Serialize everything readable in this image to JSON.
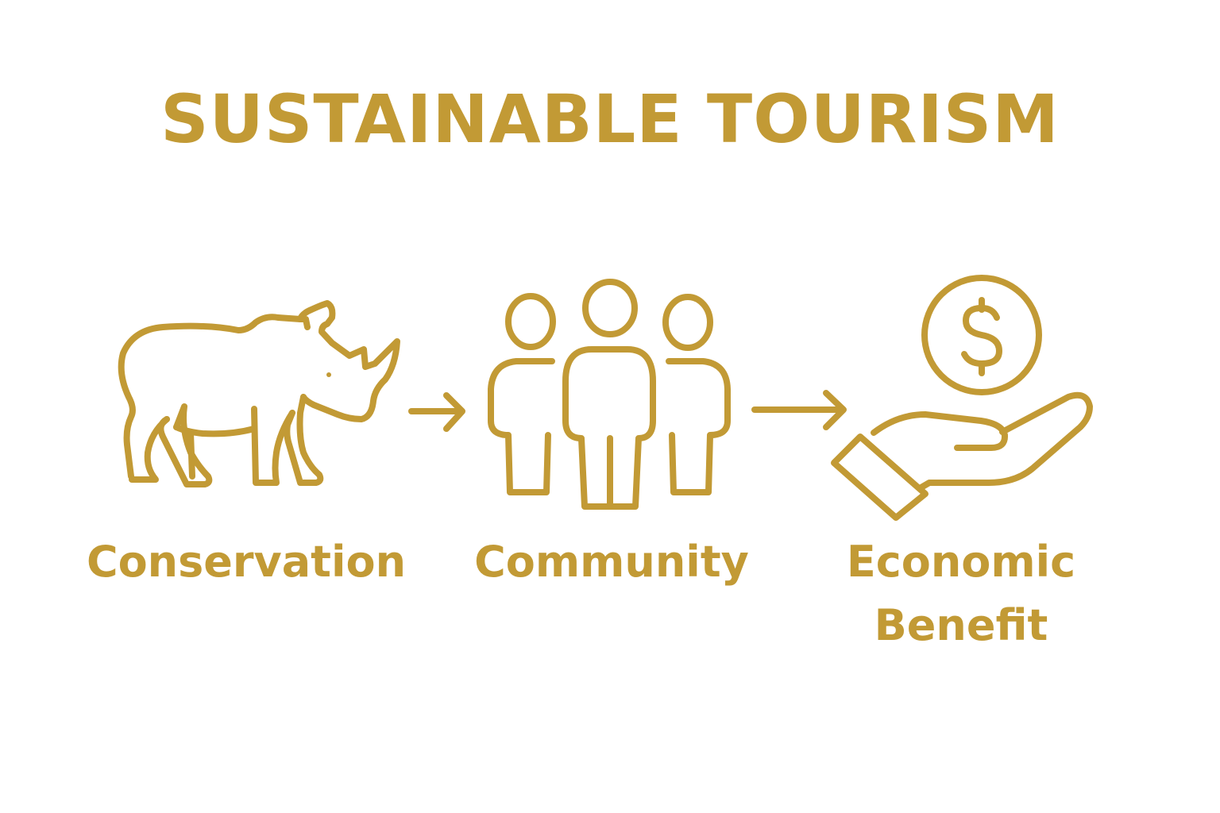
{
  "colors": {
    "accent": "#C29A35",
    "background": "#FFFFFF"
  },
  "title": "SUSTAINABLE TOURISM",
  "steps": [
    {
      "icon": "rhino-icon",
      "label": "Conservation"
    },
    {
      "icon": "people-group-icon",
      "label": "Community"
    },
    {
      "icon": "hand-holding-coin-icon",
      "label_lines": [
        "Economic",
        "Benefit"
      ]
    }
  ],
  "connectors": [
    "arrow-right-icon",
    "arrow-right-icon"
  ]
}
